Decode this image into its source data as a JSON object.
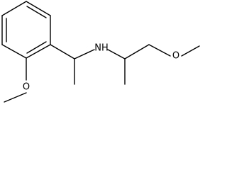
{
  "structure": {
    "atoms": {
      "oxygen_left": "O",
      "nitrogen": "NH",
      "oxygen_right": "O"
    },
    "colors": {
      "bond": "#000000",
      "label": "#000000",
      "background": "#ffffff"
    }
  }
}
